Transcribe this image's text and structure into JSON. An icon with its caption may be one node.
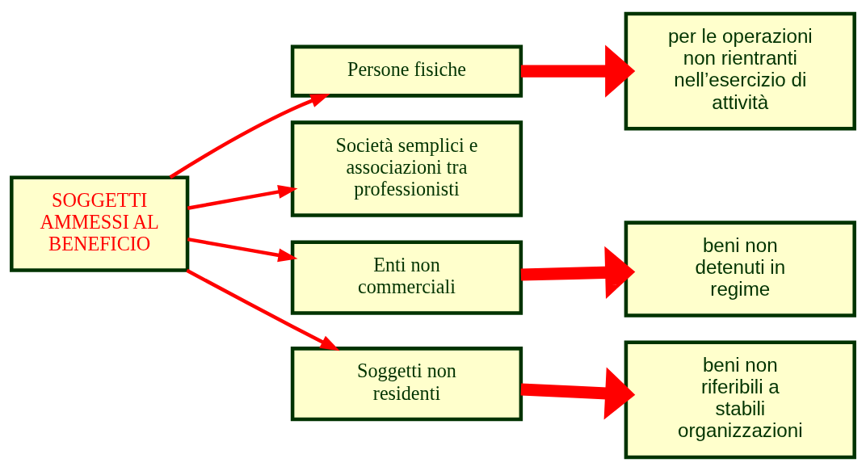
{
  "diagram": {
    "nodes": [
      {
        "text": [
          "SOGGETTI AMMESSI AL BENEFICIO"
        ]
      },
      {
        "text": [
          "Persone fisiche"
        ]
      },
      {
        "text": [
          "Società semplici e associazioni tra professionisti"
        ]
      },
      {
        "text": [
          "Enti non commerciali"
        ]
      },
      {
        "text": [
          "Soggetti non residenti"
        ]
      },
      {
        "text": [
          "per le operazioni non rientranti nell’esercizio di attività"
        ]
      },
      {
        "text": [
          "beni non detenuti in regime"
        ]
      },
      {
        "text": [
          "beni non riferibili a stabili organizzazioni"
        ]
      }
    ],
    "edges": [
      {
        "from": 0,
        "to": 1,
        "arrow": "to"
      },
      {
        "from": 0,
        "to": 2,
        "arrow": "to"
      },
      {
        "from": 0,
        "to": 3,
        "arrow": "to"
      },
      {
        "from": 0,
        "to": 4,
        "arrow": "to"
      },
      {
        "from": 1,
        "to": 5,
        "arrow": "to",
        "style": "thick"
      },
      {
        "from": 3,
        "to": 6,
        "arrow": "to",
        "style": "thick"
      },
      {
        "from": 4,
        "to": 7,
        "arrow": "to",
        "style": "thick"
      }
    ]
  }
}
